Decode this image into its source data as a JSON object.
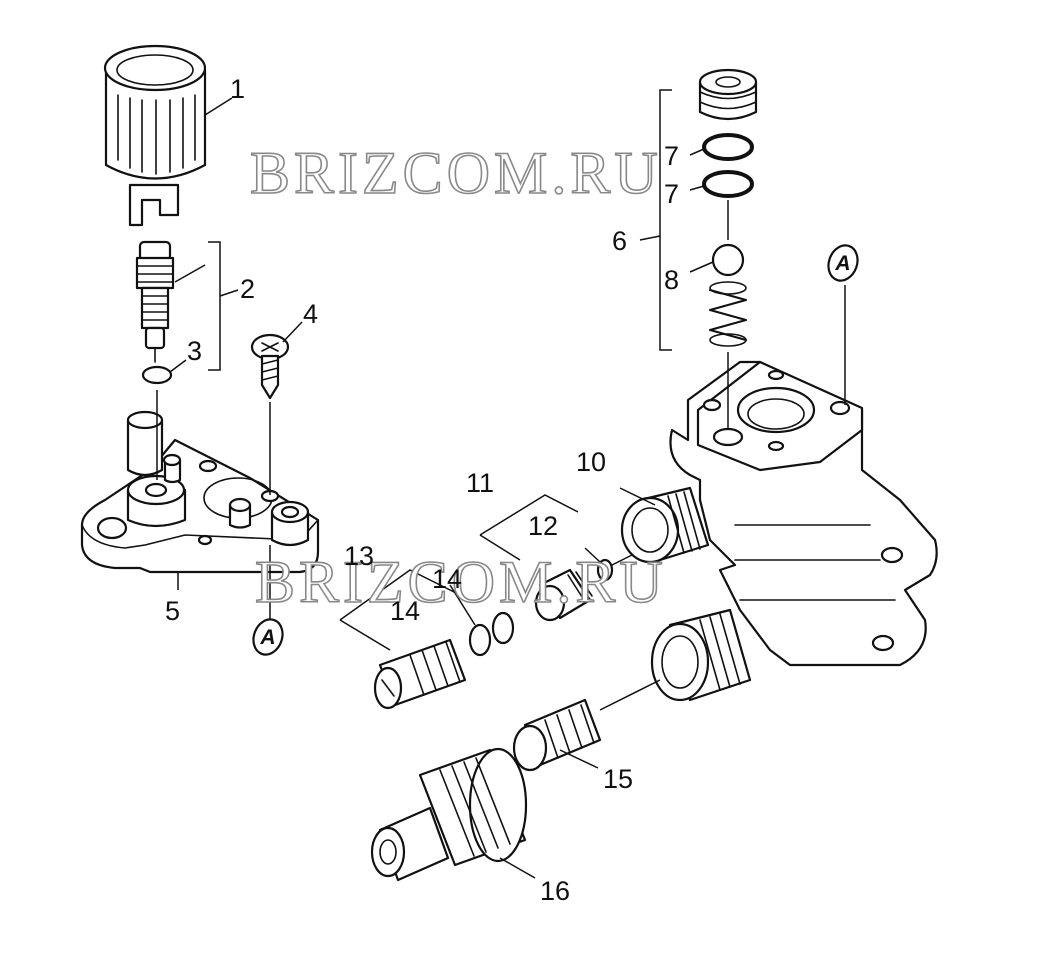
{
  "watermark": "BRIZCOM.RU",
  "reference_mark": "A",
  "callouts": [
    "1",
    "2",
    "3",
    "4",
    "5",
    "6",
    "7",
    "7",
    "8",
    "10",
    "11",
    "12",
    "13",
    "14",
    "14",
    "15",
    "16"
  ]
}
